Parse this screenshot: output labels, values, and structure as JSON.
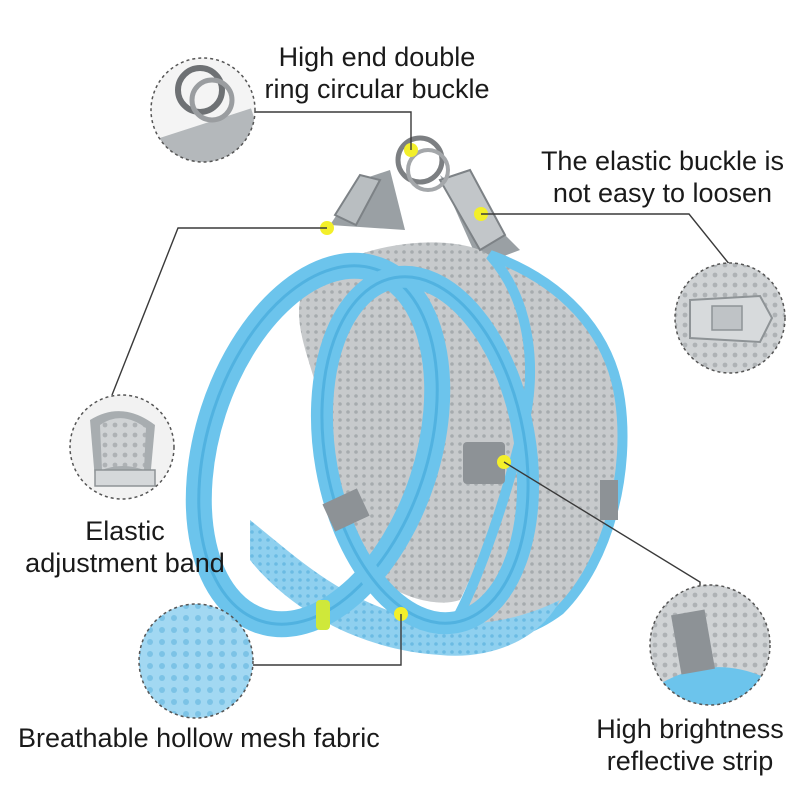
{
  "callouts": {
    "ring_buckle": {
      "line1": "High end double",
      "line2": "ring circular buckle",
      "icon": "double-ring-icon"
    },
    "elastic_buckle": {
      "line1": "The elastic buckle is",
      "line2": "not easy to loosen",
      "icon": "side-release-buckle-icon"
    },
    "adjustment_band": {
      "line1": "Elastic",
      "line2": "adjustment band",
      "icon": "adjuster-slider-icon"
    },
    "mesh_fabric": {
      "line1": "Breathable hollow mesh fabric",
      "icon": "mesh-fabric-icon"
    },
    "reflective_strip": {
      "line1": "High brightness",
      "line2": "reflective strip",
      "icon": "reflective-strip-icon"
    }
  },
  "colors": {
    "harness_blue": "#6cc4ec",
    "harness_blue_dark": "#3fa6d8",
    "mesh_grey": "#bfc3c6",
    "trim_grey": "#8d9296",
    "marker_yellow": "#f3ef2a",
    "leader_line": "#3a3a3a",
    "circle_border": "#555555"
  }
}
